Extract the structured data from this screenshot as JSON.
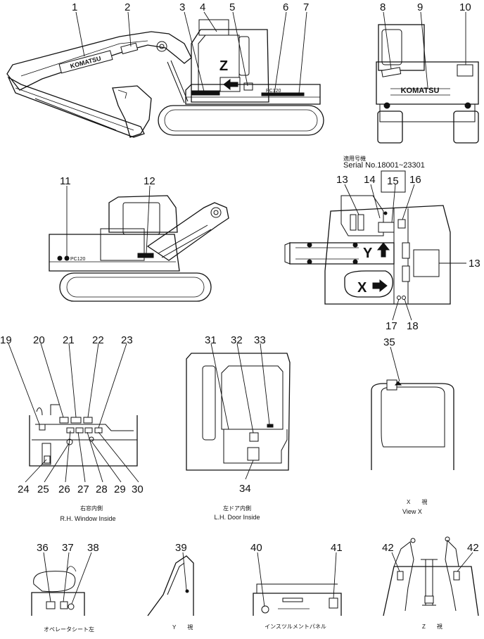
{
  "callouts": [
    "1",
    "2",
    "3",
    "4",
    "5",
    "6",
    "7",
    "8",
    "9",
    "10",
    "11",
    "12",
    "13",
    "14",
    "15",
    "16",
    "13",
    "17",
    "18",
    "19",
    "20",
    "21",
    "22",
    "23",
    "24",
    "25",
    "26",
    "27",
    "28",
    "29",
    "30",
    "31",
    "32",
    "33",
    "34",
    "35",
    "36",
    "37",
    "38",
    "39",
    "40",
    "41",
    "42",
    "42"
  ],
  "machine_markings": {
    "brand": "KOMATSU",
    "model": "PC120",
    "model_side": "PC120",
    "marker_z": "Z",
    "marker_y": "Y",
    "marker_x": "X"
  },
  "serial": {
    "jp": "適用号機",
    "en": "Serial  No.18001~23301"
  },
  "captions": {
    "rh_window": {
      "jp": "右窓内側",
      "en": "R.H. Window Inside"
    },
    "lh_door": {
      "jp": "左ドア内側",
      "en": "L.H. Door Inside"
    },
    "view_x": {
      "jp": "X　　視",
      "en": "View  X"
    },
    "operator_seat": {
      "jp": "オペレータシート左"
    },
    "view_y": {
      "jp": "Y　　視"
    },
    "instrument_panel": {
      "jp": "インスツルメントパネル"
    },
    "view_z": {
      "jp": "Z　　視"
    }
  },
  "colors": {
    "ink": "#111111",
    "paper": "#ffffff"
  }
}
